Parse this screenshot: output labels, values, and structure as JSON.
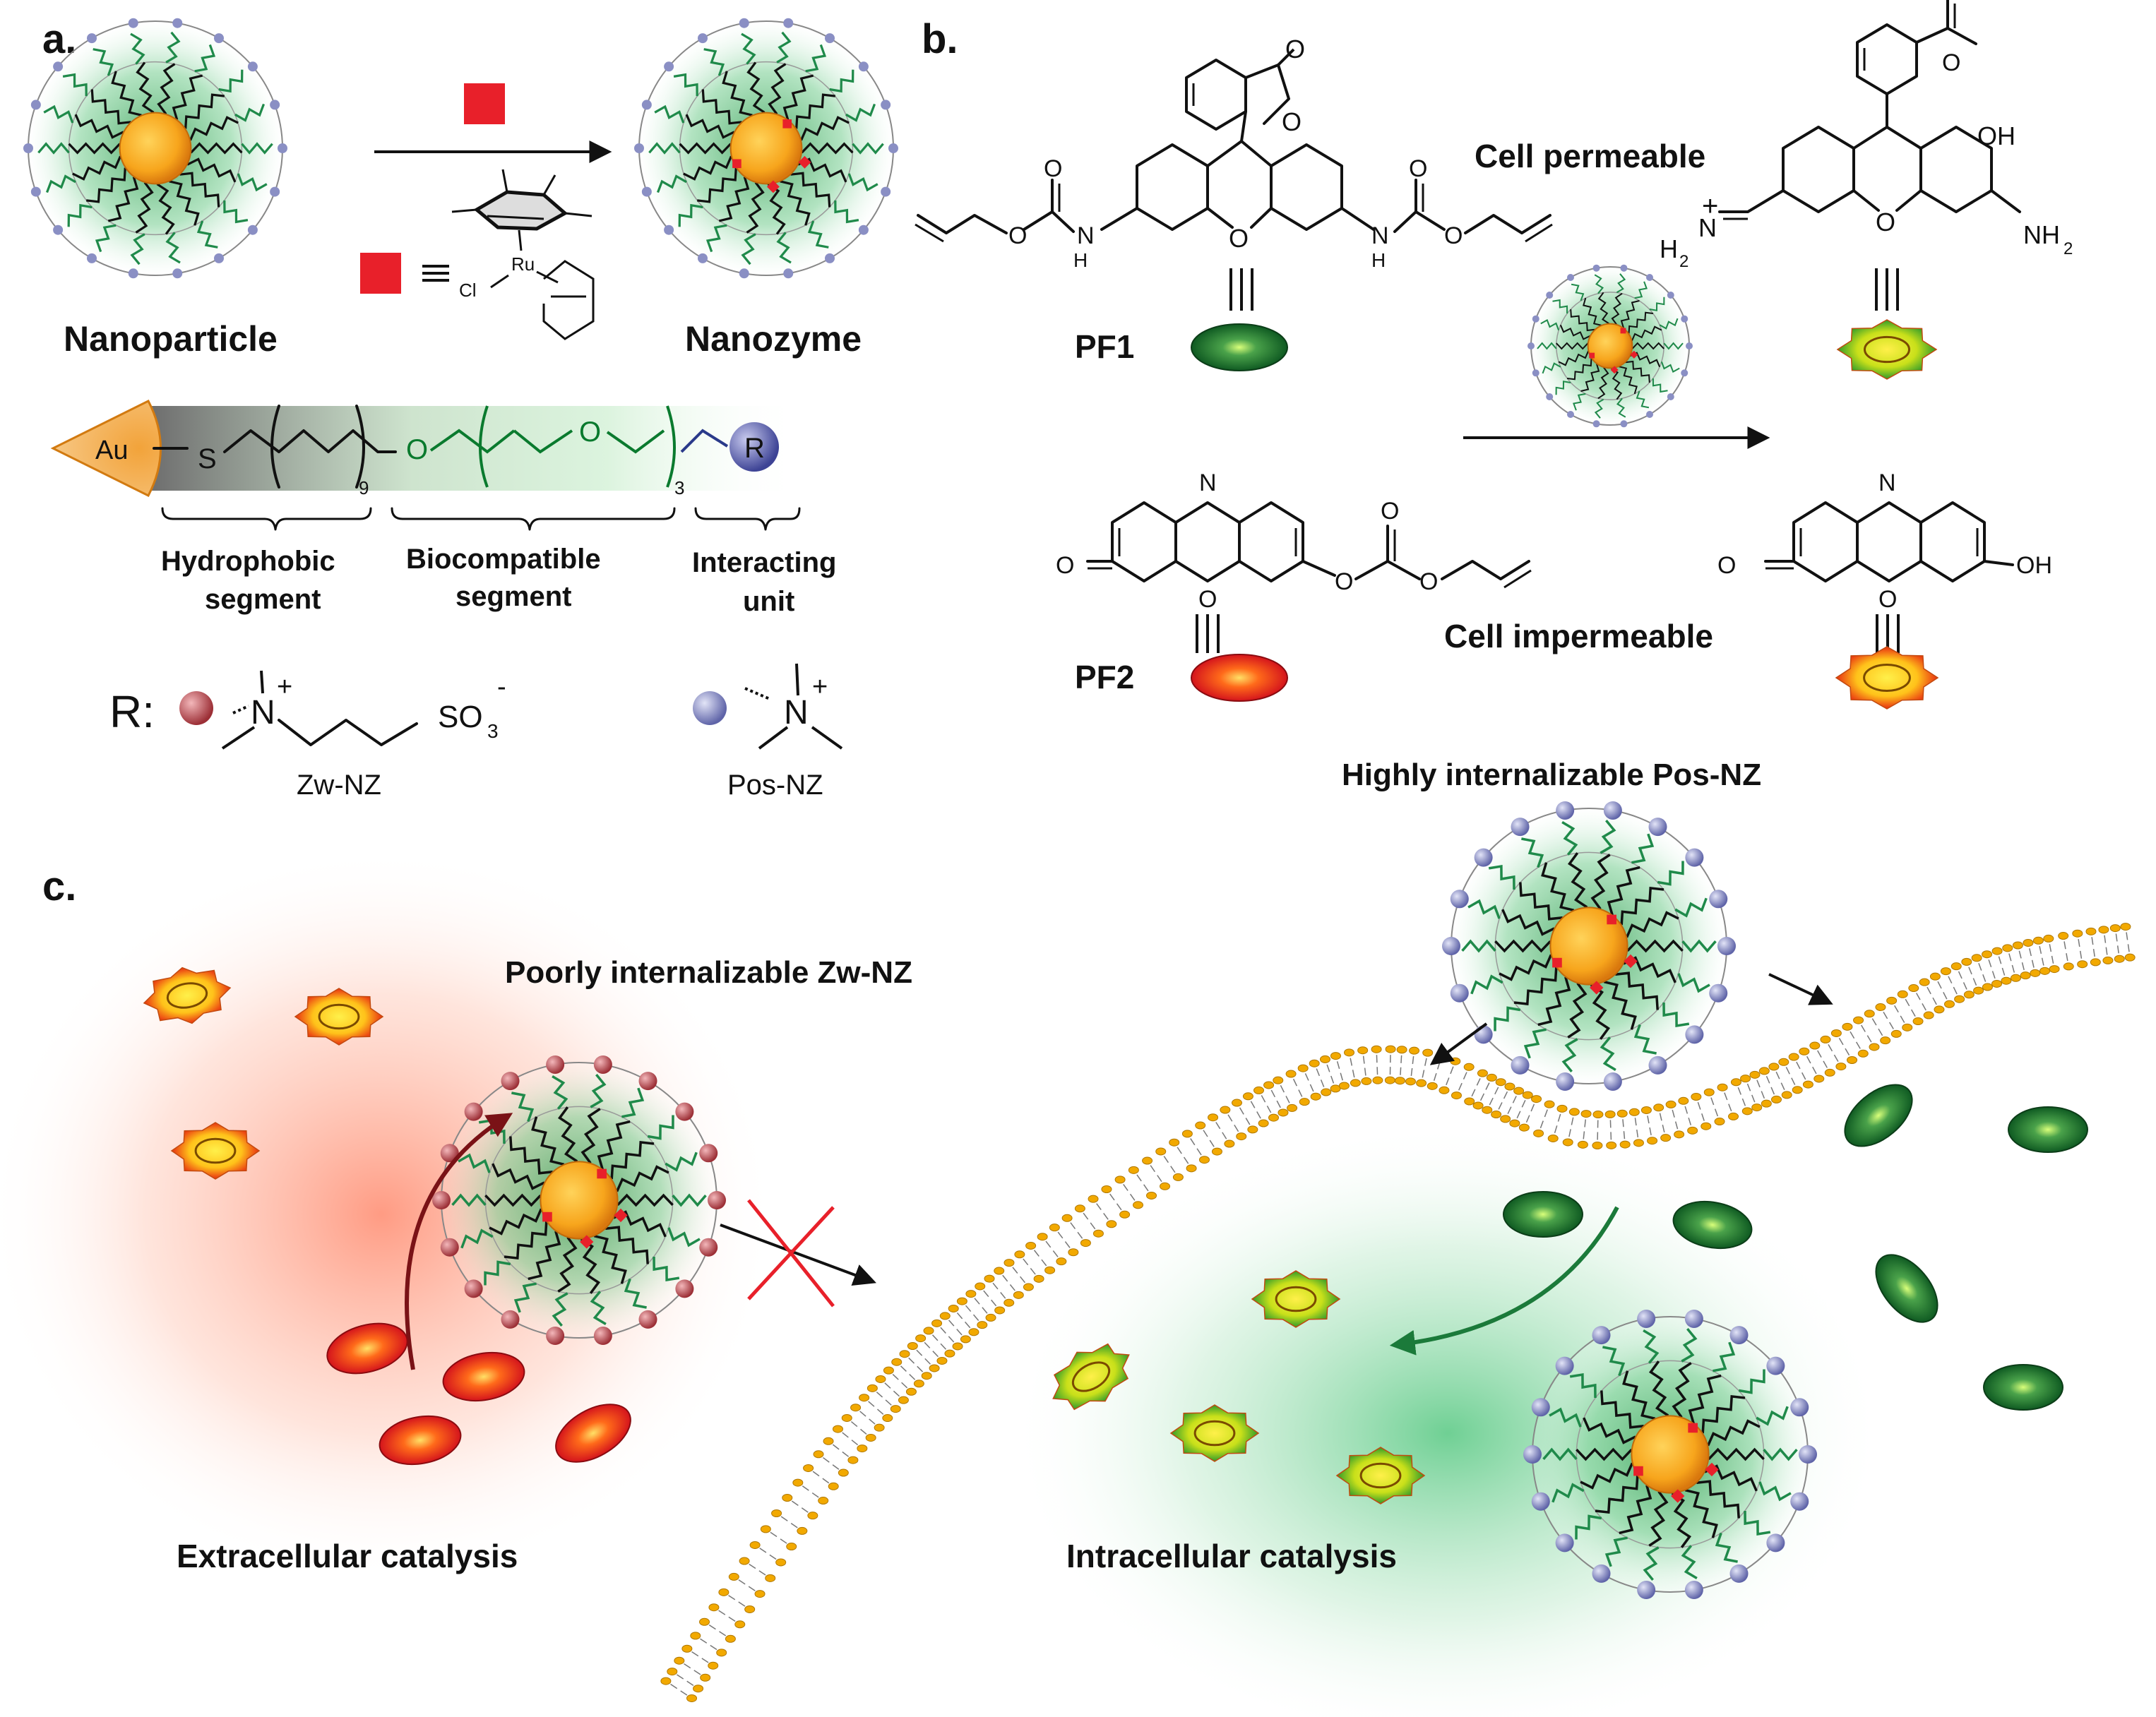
{
  "panel_labels": {
    "a": "a.",
    "b": "b.",
    "c": "c."
  },
  "panel_a": {
    "nanoparticle_label": "Nanoparticle",
    "nanozyme_label": "Nanozyme",
    "catalyst_atoms": {
      "ru": "Ru",
      "cl": "Cl"
    },
    "ligand": {
      "au": "Au",
      "s": "S",
      "o1": "O",
      "o2": "O",
      "sub_9": "9",
      "sub_3": "3",
      "r": "R"
    },
    "segments": [
      {
        "line1": "Hydrophobic",
        "line2": "segment"
      },
      {
        "line1": "Biocompatible",
        "line2": "segment"
      },
      {
        "line1": "Interacting",
        "line2": "unit"
      }
    ],
    "r_groups": {
      "r_label": "R:",
      "zw_name": "Zw-NZ",
      "pos_name": "Pos-NZ",
      "n_plus": "N",
      "plus": "+",
      "so3": "SO",
      "so3_sub": "3",
      "so3_minus": "-"
    }
  },
  "panel_b": {
    "pf1": "PF1",
    "pf2": "PF2",
    "cell_permeable": "Cell permeable",
    "cell_impermeable": "Cell impermeable",
    "atoms": {
      "o": "O",
      "n": "N",
      "h": "H",
      "oh": "OH",
      "nh2": "NH",
      "h2": "H",
      "sub2": "2",
      "plus": "+"
    }
  },
  "panel_c": {
    "zw_title": "Poorly internalizable Zw-NZ",
    "pos_title": "Highly internalizable Pos-NZ",
    "extracellular": "Extracellular catalysis",
    "intracellular": "Intracellular catalysis"
  },
  "colors": {
    "core_orange": "#f7a51c",
    "shell_green": "#5cc07a",
    "dark_green": "#1f6e2e",
    "red": "#e8202a",
    "zw_bead": "#b5484e",
    "pos_bead": "#8a8fc4",
    "membrane_head": "#f2a900"
  }
}
